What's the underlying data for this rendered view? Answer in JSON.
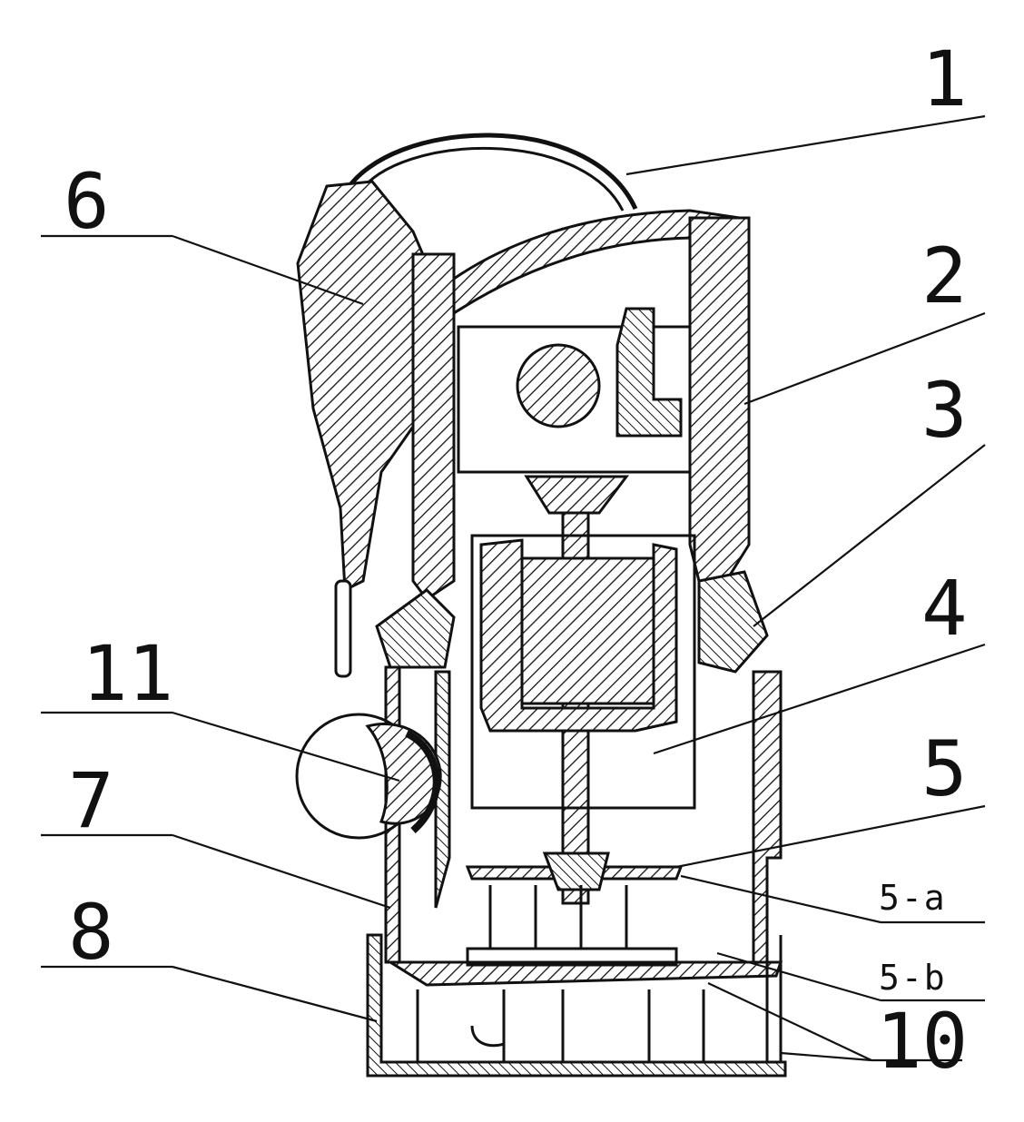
{
  "diagram": {
    "labels": [
      {
        "id": "1",
        "text": "1"
      },
      {
        "id": "2",
        "text": "2"
      },
      {
        "id": "3",
        "text": "3"
      },
      {
        "id": "4",
        "text": "4"
      },
      {
        "id": "5",
        "text": "5"
      },
      {
        "id": "5a",
        "text": "5-a"
      },
      {
        "id": "5b",
        "text": "5-b"
      },
      {
        "id": "6",
        "text": "6"
      },
      {
        "id": "7",
        "text": "7"
      },
      {
        "id": "8",
        "text": "8"
      },
      {
        "id": "10",
        "text": "10"
      },
      {
        "id": "11",
        "text": "11"
      }
    ],
    "colors": {
      "ink": "#111111",
      "paper": "#ffffff"
    }
  }
}
